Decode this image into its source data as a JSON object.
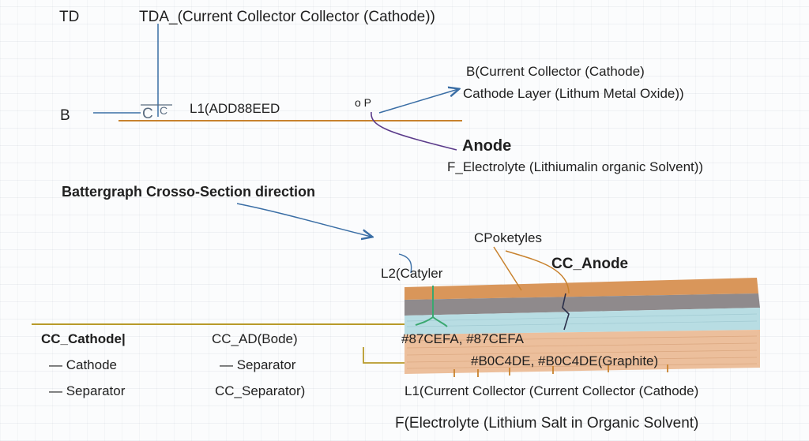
{
  "labels": {
    "td": "TD",
    "tda": "TDA_(Current Collector Collector   (Cathode))",
    "b_left": "B",
    "c_mark": "C",
    "c_mark_small": "C",
    "l1_top": "L1(ADD88EED",
    "op_mark": "o P",
    "b_current": "B(Current Collector (Cathode)",
    "cathode_layer": "Cathode Layer (Lithum Metal Oxide))",
    "anode_top": "Anode",
    "f_electrolyte_top": "F_Electrolyte (Lithiumalin organic Solvent))",
    "section_title": "Battergraph Crosso-Section direction",
    "cpoketyles": "CPoketyles",
    "cc_anode": "CC_Anode",
    "l2_catyler": "L2(Catyler",
    "cc_cathode_head": "CC_Cathode|",
    "cc_ad_bode": "CC_AD(Bode)",
    "color_87cefa": "#87CEFA, #87CEFA",
    "dash_cathode": "—  Cathode",
    "dash_separator_mid": "—  Separator",
    "dash_separator_left": "—  Separator",
    "cc_separator": "CC_Separator)",
    "color_b0c4": "#B0C4DE, #B0C4DE(Graphite)",
    "l1_bottom": "L1(Current Collector (Current Collector (Cathode)",
    "f_electrolyte_bottom": "F(Electrolyte (Lithium Salt in Organic Solvent)"
  },
  "colors": {
    "orange_line": "#c8822e",
    "blue_arrow": "#3a6ea5",
    "purple_line": "#5a3a8a",
    "olive_line": "#b89a2a",
    "green_line": "#3aa870",
    "layer_orange": "#d9965a",
    "layer_grey": "#8f8a8c",
    "layer_lightblue": "#b8dde3",
    "layer_tan": "#ecbf9c"
  }
}
